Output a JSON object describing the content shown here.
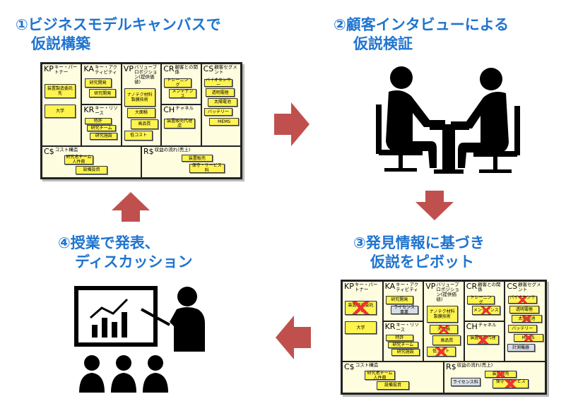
{
  "steps": [
    {
      "line1": "①ビジネスモデルキャンバスで",
      "line2": "仮説構築"
    },
    {
      "line1": "②顧客インタビューによる",
      "line2": "仮説検証"
    },
    {
      "line1": "③発見情報に基づき",
      "line2": "仮説をピボット"
    },
    {
      "line1": "④授業で発表、",
      "line2": "ディスカッション"
    }
  ],
  "colors": {
    "title": "#1f74cf",
    "arrow": "#c0504d",
    "note": "#fff44f",
    "new_note": "#d6dde4",
    "cross": "#e33333"
  },
  "canvas_before": {
    "KP": {
      "code": "KP",
      "label": "キー・パートナー",
      "notes": [
        {
          "t": "装置製造委託先"
        },
        {
          "t": "大学"
        }
      ]
    },
    "KA": {
      "code": "KA",
      "label": "キー・アクティビティ",
      "notes": [
        {
          "t": "研究開発"
        },
        {
          "t": "研究開発"
        }
      ]
    },
    "KR": {
      "code": "KR",
      "label": "キー・リソース",
      "notes": [
        {
          "t": "特許"
        },
        {
          "t": "研究チーム"
        },
        {
          "t": "研究施設"
        }
      ]
    },
    "VP": {
      "code": "VP",
      "label": "バリュープロポジション(提供価値)",
      "notes": [
        {
          "t": "ナノテク材料製膜技術"
        },
        {
          "t": "大面積"
        },
        {
          "t": "高品質"
        },
        {
          "t": "低コスト"
        }
      ]
    },
    "CR": {
      "code": "CR",
      "label": "顧客との関係",
      "notes": [
        {
          "t": "トレーニング"
        },
        {
          "t": "メンテナンス"
        }
      ]
    },
    "CH": {
      "code": "CH",
      "label": "チャネル",
      "notes": [
        {
          "t": "装置販売代理店"
        }
      ]
    },
    "CS": {
      "code": "CS",
      "label": "顧客セグメント",
      "notes": [
        {
          "t": "バイオセンサー"
        },
        {
          "t": "透明電極"
        },
        {
          "t": "太陽電池"
        },
        {
          "t": "バッテリー"
        },
        {
          "t": "MEMS"
        }
      ]
    },
    "C$": {
      "code": "C$",
      "label": "コスト構造",
      "notes": [
        {
          "t": "研究者チーム人件費"
        },
        {
          "t": "設備投資"
        }
      ]
    },
    "R$": {
      "code": "R$",
      "label": "収益の流れ(売上)",
      "notes": [
        {
          "t": "装置販売"
        },
        {
          "t": "保守・サービス料"
        }
      ]
    }
  },
  "canvas_after": {
    "KP": {
      "code": "KP",
      "label": "キー・パートナー",
      "notes": [
        {
          "t": "装置製造委託先",
          "x": true
        },
        {
          "t": "大学"
        }
      ]
    },
    "KA": {
      "code": "KA",
      "label": "キー・アクティビティ",
      "notes": [
        {
          "t": "研究開発"
        },
        {
          "t": "ライセンス事業",
          "new": true
        }
      ]
    },
    "KR": {
      "code": "KR",
      "label": "キー・リソース",
      "notes": [
        {
          "t": "特許"
        },
        {
          "t": "研究チーム"
        },
        {
          "t": "研究施設"
        }
      ]
    },
    "VP": {
      "code": "VP",
      "label": "バリュープロポジション(提供価値)",
      "notes": [
        {
          "t": "ナノテク材料製膜技術"
        },
        {
          "t": "大面積",
          "x": true
        },
        {
          "t": "高品質"
        },
        {
          "t": "低コスト",
          "x": true
        }
      ]
    },
    "CR": {
      "code": "CR",
      "label": "顧客との関係",
      "notes": [
        {
          "t": "トレーニング"
        },
        {
          "t": "メンテナンス",
          "x": true
        }
      ]
    },
    "CH": {
      "code": "CH",
      "label": "チャネル",
      "notes": [
        {
          "t": "装置販売代理店",
          "x": true
        }
      ]
    },
    "CS": {
      "code": "CS",
      "label": "顧客セグメント",
      "notes": [
        {
          "t": "バイオセンサー",
          "x": true
        },
        {
          "t": "透明電極"
        },
        {
          "t": "太陽電池",
          "x": true
        },
        {
          "t": "バッテリー"
        },
        {
          "t": "MEMS",
          "x": true
        },
        {
          "t": "計測機器",
          "new": true
        }
      ]
    },
    "C$": {
      "code": "C$",
      "label": "コスト構造",
      "notes": [
        {
          "t": "研究者チーム人件費"
        },
        {
          "t": "設備投資"
        }
      ]
    },
    "R$": {
      "code": "R$",
      "label": "収益の流れ(売上)",
      "notes": [
        {
          "t": "装置販売",
          "x": true
        },
        {
          "t": "保守・サービス料",
          "x": true
        },
        {
          "t": "ライセンス料",
          "new": true
        }
      ]
    }
  }
}
